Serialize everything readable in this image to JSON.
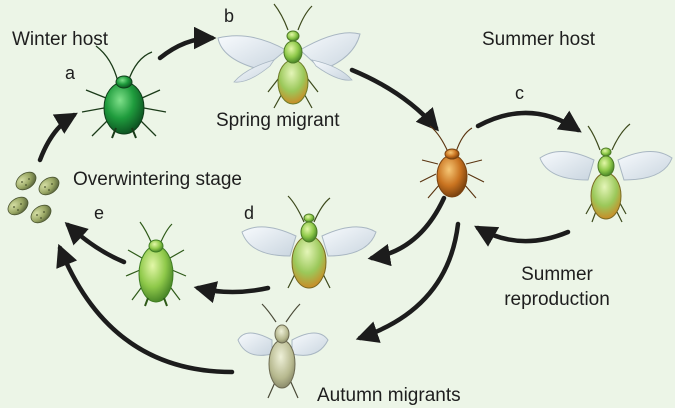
{
  "labels": {
    "winter_host": "Winter host",
    "summer_host": "Summer host",
    "spring_migrant": "Spring migrant",
    "overwintering_stage": "Overwintering stage",
    "summer_reproduction_line1": "Summer",
    "summer_reproduction_line2": "reproduction",
    "autumn_migrants": "Autumn migrants"
  },
  "stage_letters": {
    "a": "a",
    "b": "b",
    "c": "c",
    "d": "d",
    "e": "e"
  },
  "colors": {
    "background": "#ecf5e7",
    "arrow": "#1c1c1c",
    "egg": "#9caa6a",
    "dark_green_aphid": "#1f8c3a",
    "light_green_aphid": "#9fcc55",
    "orange_aphid": "#c9771f",
    "wing": "#e4ecf3"
  }
}
